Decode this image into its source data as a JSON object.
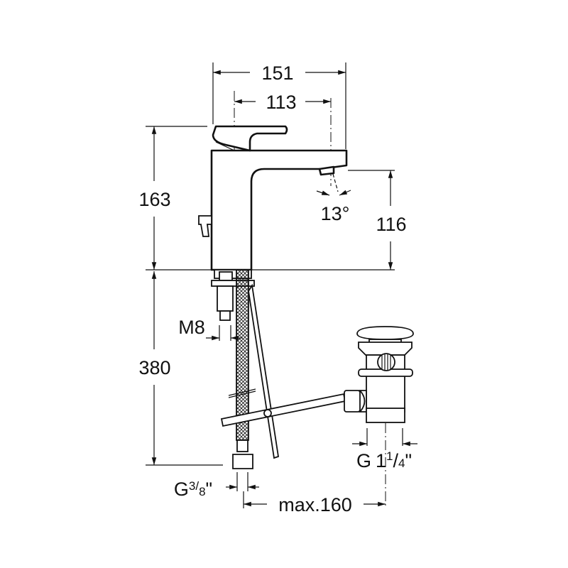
{
  "drawing": {
    "title": "Basin mixer dimensional drawing",
    "dimensions": {
      "width_total": "151",
      "spout_reach": "113",
      "height_total": "163",
      "spout_height": "116",
      "spout_angle": "13°",
      "hose_length": "380",
      "stud_thread": "M8",
      "hose_connection": {
        "prefix": "G",
        "num": "3",
        "slash": "/",
        "den": "8",
        "suffix": "\""
      },
      "waste_distance": "max.160",
      "waste_thread": {
        "prefix": "G",
        "whole": "1",
        "num": "1",
        "slash": "/",
        "den": "4",
        "suffix": "\""
      }
    }
  }
}
